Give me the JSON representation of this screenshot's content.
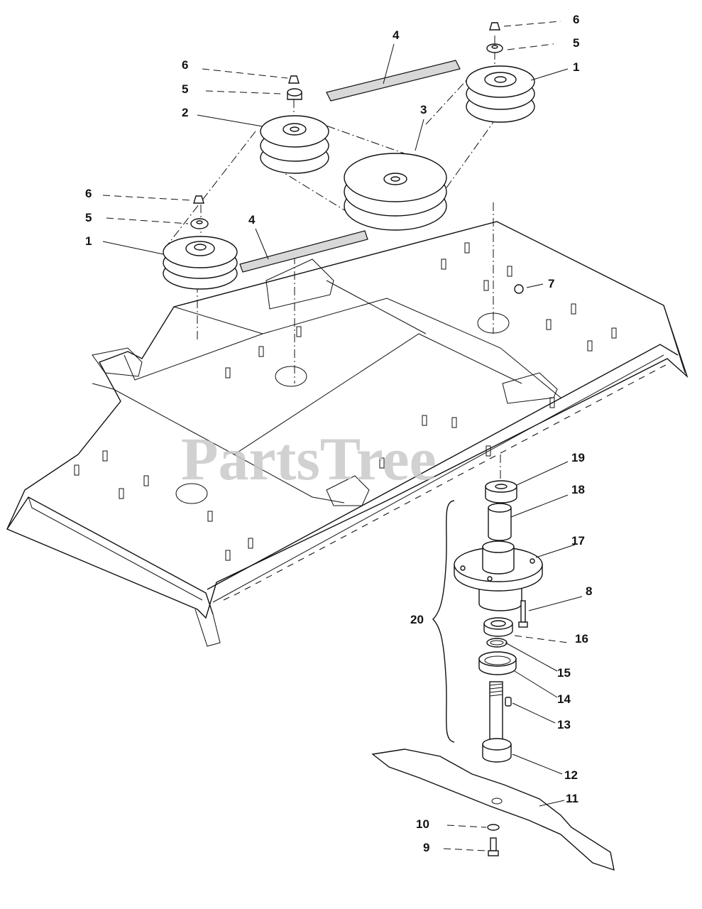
{
  "watermark": "PartsTree",
  "callouts": [
    {
      "id": "c6a",
      "text": "6"
    },
    {
      "id": "c5a",
      "text": "5"
    },
    {
      "id": "c1a",
      "text": "1"
    },
    {
      "id": "c4a",
      "text": "4"
    },
    {
      "id": "c6b",
      "text": "6"
    },
    {
      "id": "c5b",
      "text": "5"
    },
    {
      "id": "c2",
      "text": "2"
    },
    {
      "id": "c3",
      "text": "3"
    },
    {
      "id": "c6c",
      "text": "6"
    },
    {
      "id": "c5c",
      "text": "5"
    },
    {
      "id": "c1b",
      "text": "1"
    },
    {
      "id": "c4b",
      "text": "4"
    },
    {
      "id": "c7",
      "text": "7"
    },
    {
      "id": "c19",
      "text": "19"
    },
    {
      "id": "c18",
      "text": "18"
    },
    {
      "id": "c17",
      "text": "17"
    },
    {
      "id": "c8",
      "text": "8"
    },
    {
      "id": "c20",
      "text": "20"
    },
    {
      "id": "c16",
      "text": "16"
    },
    {
      "id": "c15",
      "text": "15"
    },
    {
      "id": "c14",
      "text": "14"
    },
    {
      "id": "c13",
      "text": "13"
    },
    {
      "id": "c12",
      "text": "12"
    },
    {
      "id": "c11",
      "text": "11"
    },
    {
      "id": "c10",
      "text": "10"
    },
    {
      "id": "c9",
      "text": "9"
    }
  ]
}
